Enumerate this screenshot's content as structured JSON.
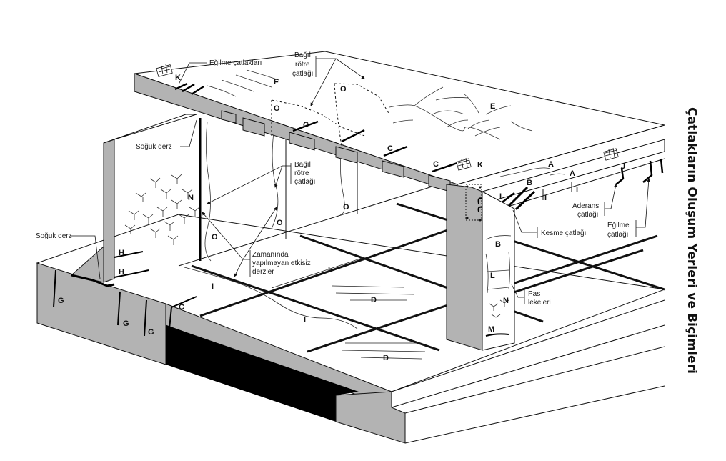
{
  "title": "Çatlakların Oluşum Yerleri ve Biçimleri",
  "callouts": {
    "egilme_catlaklari": "Eğilme çatlakları",
    "bagil_rotre_top": [
      "Bağıl",
      "rötre",
      "çatlağı"
    ],
    "soguk_derz_upper": "Soğuk derz",
    "soguk_derz_lower": "Soğuk derz",
    "bagil_rotre_mid": [
      "Bağıl",
      "rötre",
      "çatlağı"
    ],
    "zamaninda": [
      "Zamanında",
      "yapılmayan etkisiz",
      "derzler"
    ],
    "kesme": "Kesme çatlağı",
    "aderans": [
      "Aderans",
      "çatlağı"
    ],
    "egilme": [
      "Eğilme",
      "çatlağı"
    ],
    "pas": [
      "Pas",
      "lekeleri"
    ]
  },
  "letters": {
    "K1": "K",
    "F": "F",
    "O1": "O",
    "O2": "O",
    "E": "E",
    "C1": "C",
    "C2": "C",
    "C3": "C",
    "K2": "K",
    "A1": "A",
    "A2": "A",
    "B1": "B",
    "I1": "I",
    "I2": "I",
    "I3": "I",
    "J": "J",
    "N1": "N",
    "O3": "O",
    "O4": "O",
    "O5": "O",
    "H1": "H",
    "H2": "H",
    "G1": "G",
    "G2": "G",
    "G3": "G",
    "C4": "C",
    "I4": "I",
    "I5": "I",
    "I6": "I",
    "D1": "D",
    "D2": "D",
    "B2": "B",
    "L": "L",
    "N2": "N",
    "M": "M"
  },
  "colors": {
    "concrete": "#b3b3b3",
    "line": "#111111",
    "dark": "#000000"
  }
}
